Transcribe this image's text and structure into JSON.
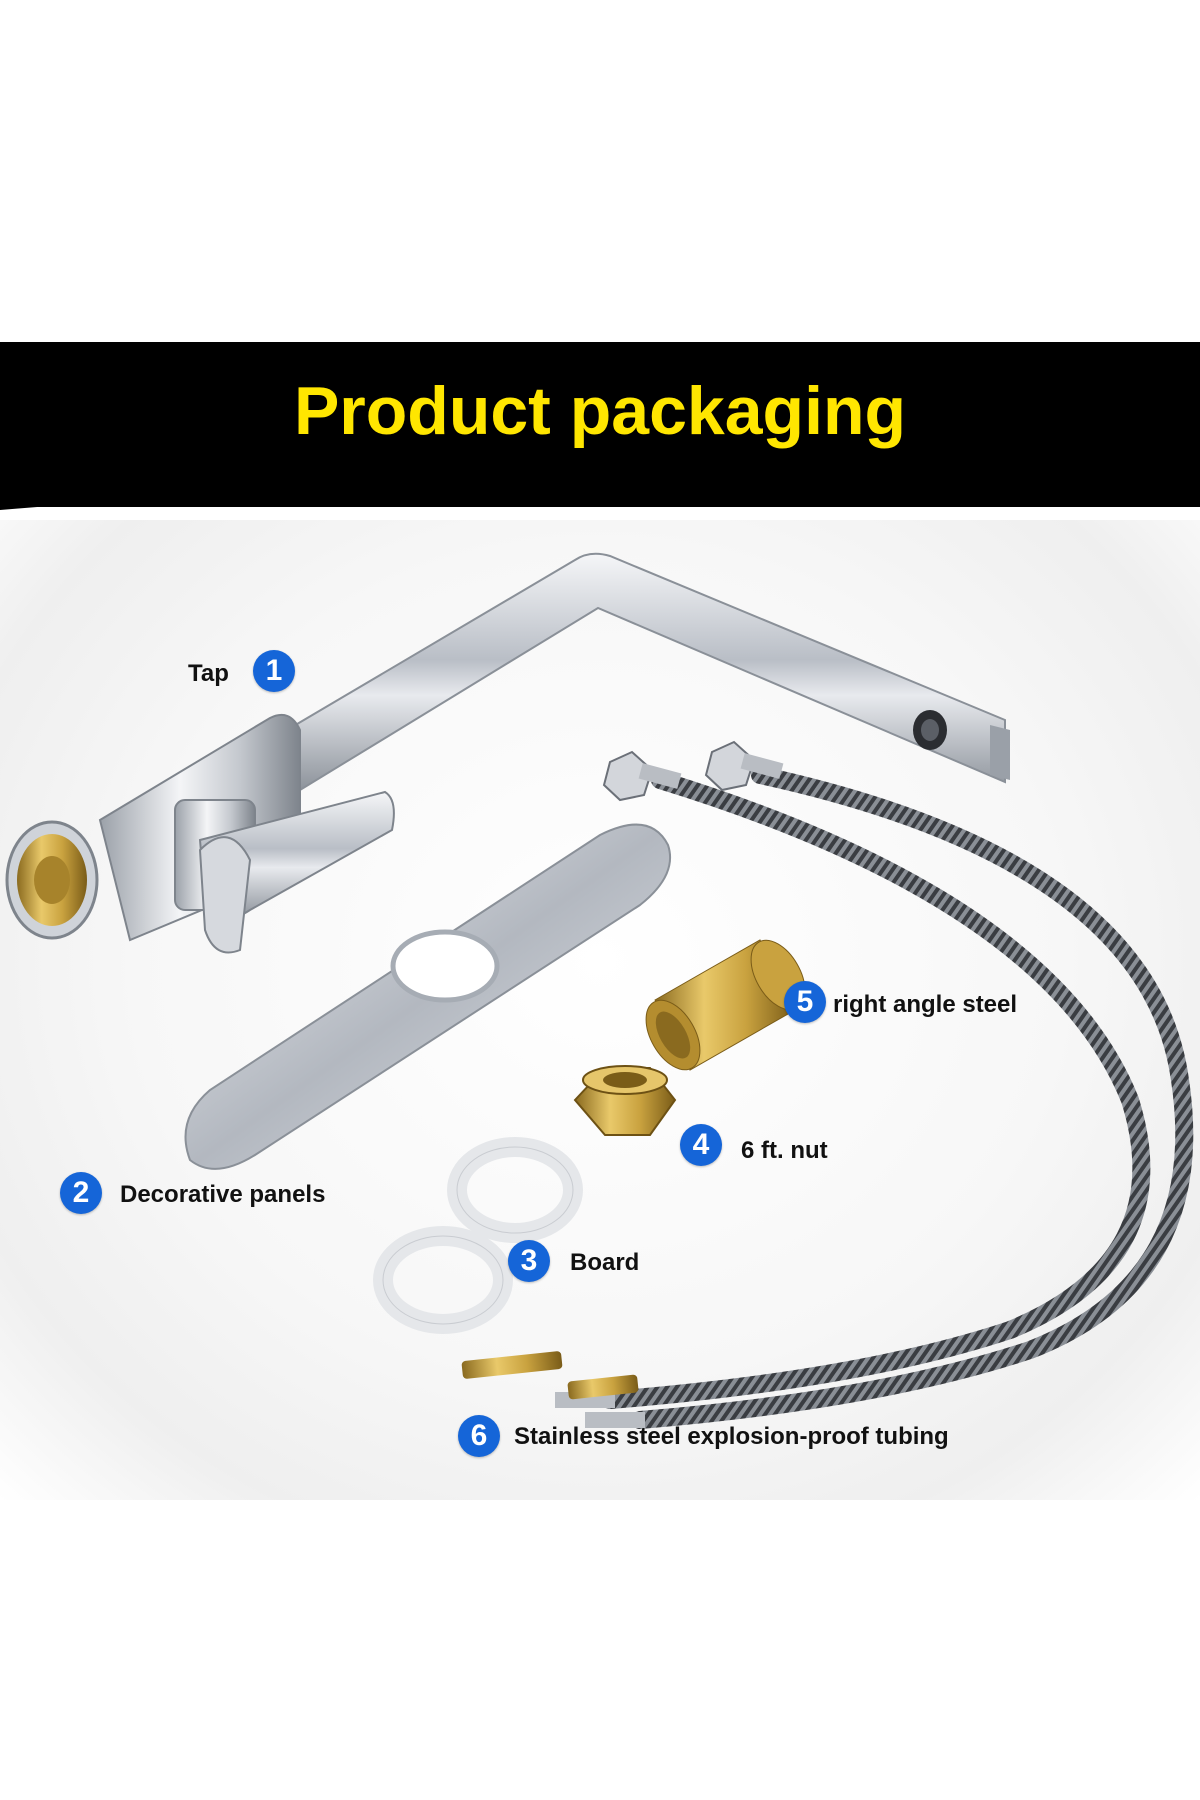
{
  "header": {
    "title": "Product packaging"
  },
  "parts": [
    {
      "number": "1",
      "label": "Tap"
    },
    {
      "number": "2",
      "label": "Decorative panels"
    },
    {
      "number": "3",
      "label": "Board"
    },
    {
      "number": "4",
      "label": "6 ft. nut"
    },
    {
      "number": "5",
      "label": "right angle steel"
    },
    {
      "number": "6",
      "label": "Stainless steel explosion-proof tubing"
    }
  ],
  "colors": {
    "banner": "#000000",
    "title": "#ffe600",
    "badge": "#1565d8",
    "chrome": "#c8ccd2",
    "brass": "#c9a23f"
  }
}
